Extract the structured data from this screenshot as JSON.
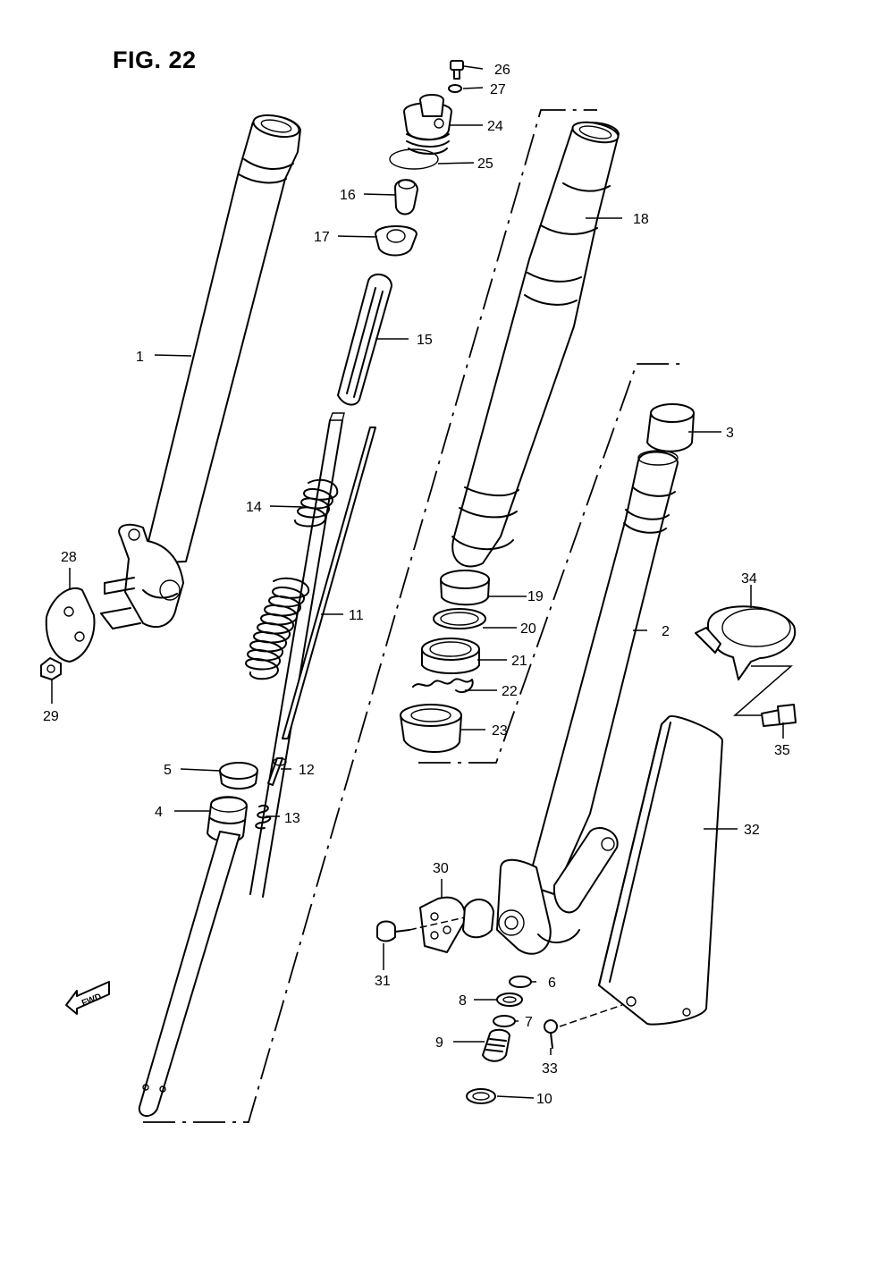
{
  "figure": {
    "title": "FIG. 22"
  },
  "fwd_label": "FWD",
  "callouts": [
    {
      "id": "1",
      "label": "1"
    },
    {
      "id": "2",
      "label": "2"
    },
    {
      "id": "3",
      "label": "3"
    },
    {
      "id": "4",
      "label": "4"
    },
    {
      "id": "5",
      "label": "5"
    },
    {
      "id": "6",
      "label": "6"
    },
    {
      "id": "7",
      "label": "7"
    },
    {
      "id": "8",
      "label": "8"
    },
    {
      "id": "9",
      "label": "9"
    },
    {
      "id": "10",
      "label": "10"
    },
    {
      "id": "11",
      "label": "11"
    },
    {
      "id": "12",
      "label": "12"
    },
    {
      "id": "13",
      "label": "13"
    },
    {
      "id": "14",
      "label": "14"
    },
    {
      "id": "15",
      "label": "15"
    },
    {
      "id": "16",
      "label": "16"
    },
    {
      "id": "17",
      "label": "17"
    },
    {
      "id": "18",
      "label": "18"
    },
    {
      "id": "19",
      "label": "19"
    },
    {
      "id": "20",
      "label": "20"
    },
    {
      "id": "21",
      "label": "21"
    },
    {
      "id": "22",
      "label": "22"
    },
    {
      "id": "23",
      "label": "23"
    },
    {
      "id": "24",
      "label": "24"
    },
    {
      "id": "25",
      "label": "25"
    },
    {
      "id": "26",
      "label": "26"
    },
    {
      "id": "27",
      "label": "27"
    },
    {
      "id": "28",
      "label": "28"
    },
    {
      "id": "29",
      "label": "29"
    },
    {
      "id": "30",
      "label": "30"
    },
    {
      "id": "31",
      "label": "31"
    },
    {
      "id": "32",
      "label": "32"
    },
    {
      "id": "33",
      "label": "33"
    },
    {
      "id": "34",
      "label": "34"
    },
    {
      "id": "35",
      "label": "35"
    }
  ]
}
